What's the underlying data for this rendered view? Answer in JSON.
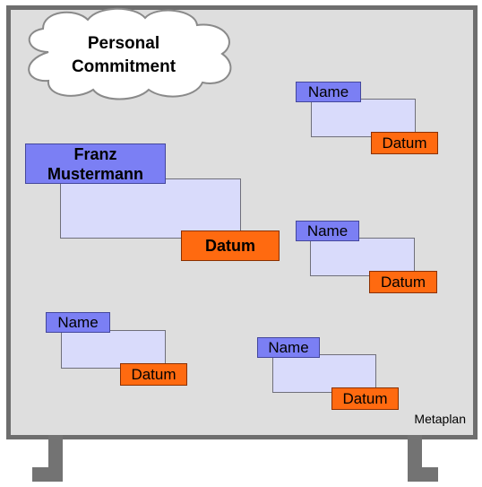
{
  "cloud": {
    "line1": "Personal",
    "line2": "Commitment"
  },
  "cards": [
    {
      "name": "Franz",
      "name2": "Mustermann",
      "date": "Datum"
    },
    {
      "name": "Name",
      "date": "Datum"
    },
    {
      "name": "Name",
      "date": "Datum"
    },
    {
      "name": "Name",
      "date": "Datum"
    },
    {
      "name": "Name",
      "date": "Datum"
    }
  ],
  "footer": {
    "label": "Metaplan"
  },
  "colors": {
    "board": "#dedede",
    "board_frame": "#6e6e6e",
    "name_label": "#7b7ff4",
    "card_body": "#d9dbfb",
    "date_label": "#ff6a10"
  }
}
